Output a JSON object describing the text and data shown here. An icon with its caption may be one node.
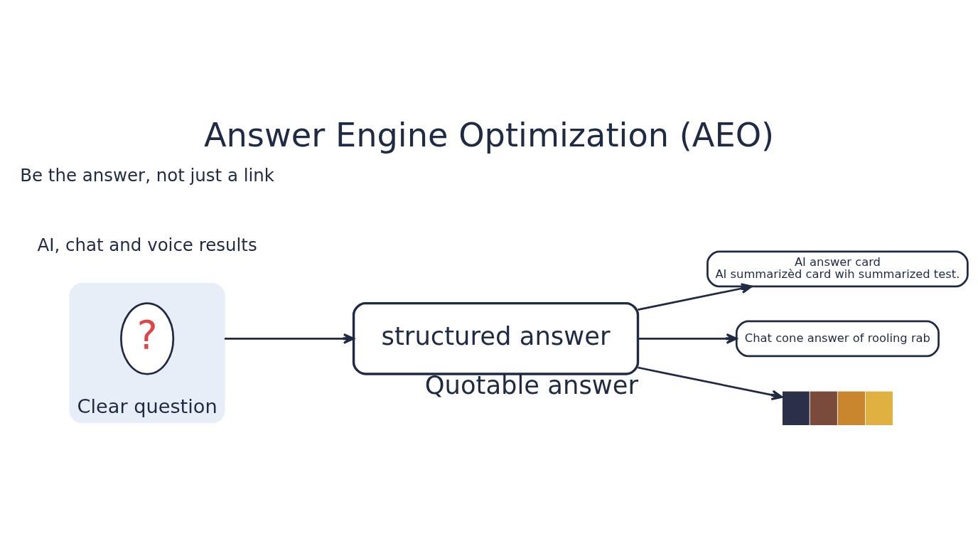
{
  "diagram": {
    "title": "Answer Engine Optimization (AEO)",
    "nodes": [
      {
        "text": [
          "Clear question"
        ]
      },
      {
        "text": [
          "?"
        ],
        "in": 0
      },
      {
        "text": [
          "structured answer"
        ],
        "beside": [
          "Quotable answer"
        ]
      },
      {
        "text": [
          "AI answer card",
          "AI summarizèd card wih summarized test."
        ]
      },
      {
        "text": [
          "Chat cone answer of rooling rab"
        ]
      },
      {
        "text": [],
        "shape": "picture"
      }
    ],
    "edges": [
      {
        "from": 0,
        "to": 2,
        "arrow": "to"
      },
      {
        "from": 2,
        "to": 3,
        "arrow": "to"
      },
      {
        "from": 2,
        "to": 4,
        "arrow": "to"
      },
      {
        "from": 2,
        "to": 5,
        "arrow": "to"
      }
    ],
    "labels": [
      "AI, chat and voice results",
      "Be the answer, not just a link"
    ]
  }
}
